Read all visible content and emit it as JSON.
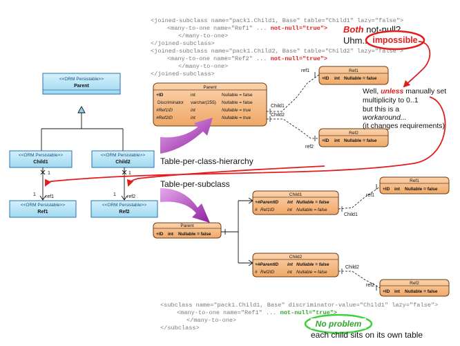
{
  "colors": {
    "uml_fill": "#b7e3f5",
    "uml_stroke": "#2a6fa8",
    "table_fill": "#f3b37a",
    "table_stroke": "#6b3a12",
    "red": "#e31b1b",
    "green": "#3ad13a",
    "purple": "#b53fc0",
    "code_text": "#7a7a7a"
  },
  "code_top": {
    "lines": [
      "<joined-subclass name=\"pack1.Child1, Base\" table=\"Child1\" lazy=\"false\">",
      "<many-to-one name=\"Ref1\" ... ",
      "</many-to-one>",
      "</joined-subclass>",
      "<joined-subclass name=\"pack1.Child2, Base\" table=\"Child2\" lazy=\"false\">",
      "<many-to-one name=\"Ref2\" ... ",
      "</many-to-one>",
      "</joined-subclass>"
    ],
    "not_null": "not-null=\"true\">"
  },
  "code_bottom": {
    "lines": [
      "<subclass name=\"pack1.Child1, Base\" discriminator-value=\"Child1\" lazy=\"false\">",
      "<many-to-one name=\"Ref1\" ... ",
      "</many-to-one>",
      "</subclass>"
    ],
    "not_null": "not-null=\"true\">"
  },
  "annotations": {
    "both": "Both",
    "not_null_q": " not-null?",
    "uhm": "Uhm...",
    "impossible": "impossible",
    "well_1": "Well, ",
    "unless": "unless",
    "well_2": " manually set",
    "multiplicity": "multiplicity to 0..1",
    "but_this": "but this is a",
    "workaround": "workaround...",
    "changes": "(it changes requirements)",
    "no_problem": "No problem",
    "each_child": "each child sits on its own table",
    "table_per_hierarchy": "Table-per-class-hierarchy",
    "table_per_subclass": "Table-per-subclass"
  },
  "uml": {
    "stereotype": "<<ORM Persistable>>",
    "classes": [
      "Parent",
      "Child1",
      "Child2",
      "Ref1",
      "Ref2"
    ],
    "mult_one": "1",
    "ref1": "ref1",
    "ref2": "ref2"
  },
  "tables": {
    "parent_h": {
      "title": "Parent",
      "rows": [
        [
          "+ID",
          "int",
          "Nullable = false"
        ],
        [
          "Discriminator",
          "varchar(255)",
          "Nullable = false"
        ],
        [
          "#Ref1ID",
          "int",
          "Nullable = true"
        ],
        [
          "#Ref2ID",
          "int",
          "Nullable = true"
        ]
      ]
    },
    "ref1_h": {
      "title": "Ref1",
      "rows": [
        [
          "+ID",
          "int",
          "Nullable = false"
        ]
      ]
    },
    "ref2_h": {
      "title": "Ref2",
      "rows": [
        [
          "+ID",
          "int",
          "Nullable = false"
        ]
      ]
    },
    "parent_s": {
      "title": "Parent",
      "rows": [
        [
          "+ID",
          "int",
          "Nullable = false"
        ]
      ]
    },
    "child1_s": {
      "title": "Child1",
      "rows": [
        [
          "+#ParentID",
          "int",
          "Nullable = false"
        ],
        [
          "#",
          "Ref1ID",
          "int",
          "Nullable = false"
        ]
      ]
    },
    "child2_s": {
      "title": "Child2",
      "rows": [
        [
          "+#ParentID",
          "int",
          "Nullable = false"
        ],
        [
          "#",
          "Ref2ID",
          "int",
          "Nullable = false"
        ]
      ]
    },
    "ref1_s": {
      "title": "Ref1",
      "rows": [
        [
          "+ID",
          "int",
          "Nullable = false"
        ]
      ]
    },
    "ref2_s": {
      "title": "Ref2",
      "rows": [
        [
          "+ID",
          "int",
          "Nullable = false"
        ]
      ]
    }
  },
  "connectors": {
    "ref1": "ref1",
    "ref2": "ref2",
    "child1": "Child1",
    "child2": "Child2"
  }
}
